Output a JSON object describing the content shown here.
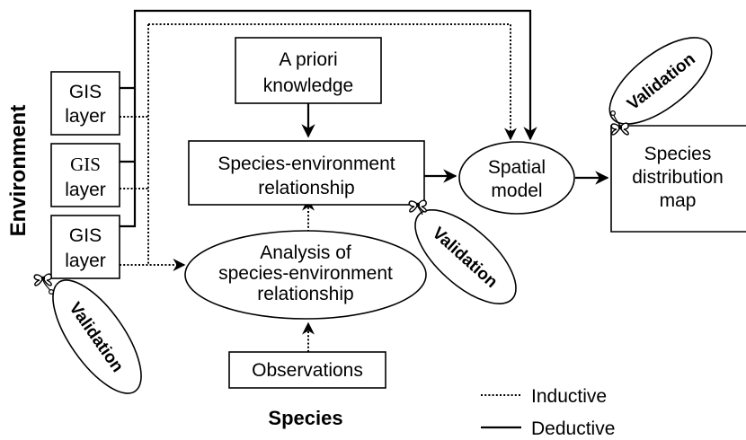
{
  "labels": {
    "environment": "Environment",
    "species": "Species",
    "gis_layer_1_line1": "GIS",
    "gis_layer_1_line2": "layer",
    "gis_layer_2_line1": "GIS",
    "gis_layer_2_line2": "layer",
    "gis_layer_3_line1": "GIS",
    "gis_layer_3_line2": "layer",
    "a_priori_line1": "A priori",
    "a_priori_line2": "knowledge",
    "relationship_line1": "Species-environment",
    "relationship_line2": "relationship",
    "analysis_line1": "Analysis of",
    "analysis_line2": "species-environment",
    "analysis_line3": "relationship",
    "observations": "Observations",
    "spatial_line1": "Spatial",
    "spatial_line2": "model",
    "map_line1": "Species",
    "map_line2": "distribution",
    "map_line3": "map",
    "validation": "Validation"
  },
  "legend": {
    "inductive": "Inductive",
    "deductive": "Deductive"
  }
}
